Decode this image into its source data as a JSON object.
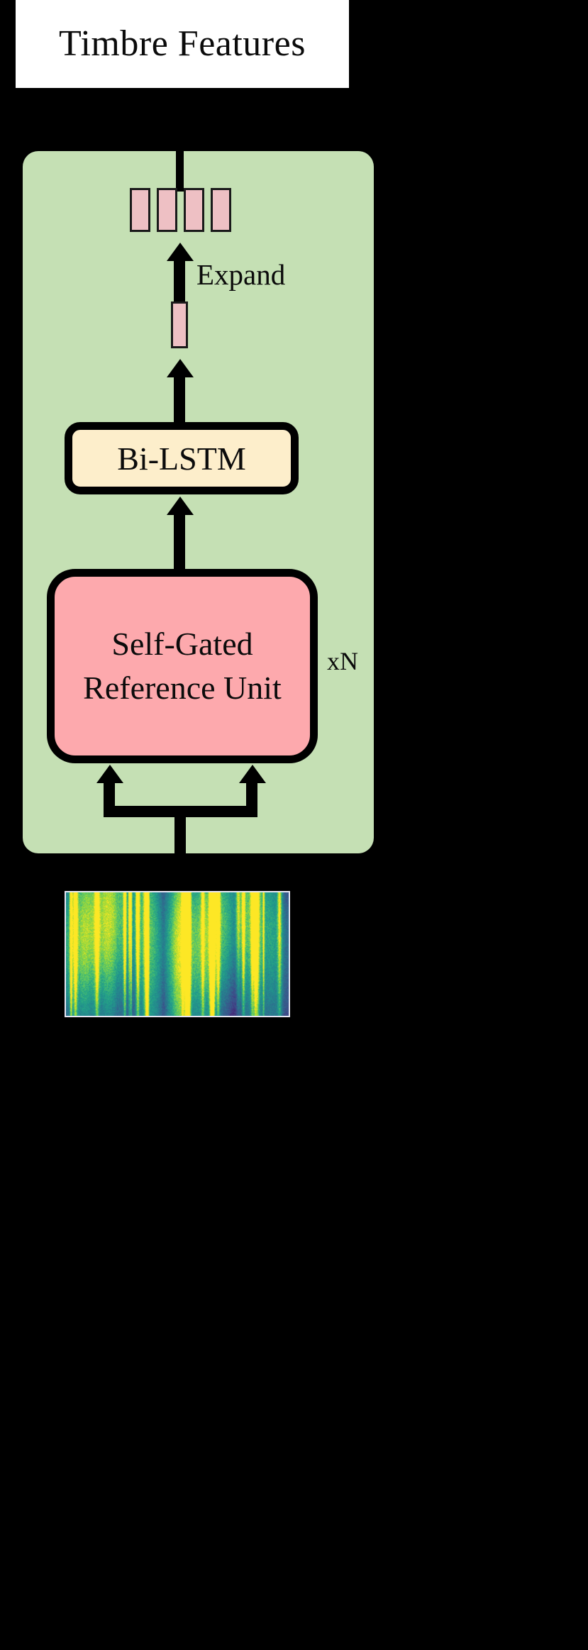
{
  "figure": {
    "title": "Timbre Features",
    "background_color": "#000000"
  },
  "title_banner": {
    "label": "Timbre Features",
    "background": "#ffffff",
    "text_color": "#0b0b0b"
  },
  "module_panel": {
    "name": "timbre-encoder-module",
    "background": "#c5e0b4",
    "repeat_label": "xN"
  },
  "blocks": [
    {
      "id": "self-gated-reference-unit",
      "line1": "Self-Gated",
      "line2": "Reference Unit",
      "fill": "#fda9ad",
      "border": "#000000"
    },
    {
      "id": "bi-lstm",
      "label": "Bi-LSTM",
      "fill": "#fdeecb",
      "border": "#000000"
    }
  ],
  "edges": {
    "expand_label": "Expand"
  },
  "tokens": {
    "single_count": 1,
    "expanded_count": 4,
    "fill": "#eec0c4",
    "border": "#1a1a1a"
  },
  "spectrogram": {
    "name": "input-mel-spectrogram",
    "colormap": "viridis",
    "border_color": "#e8e8f5"
  }
}
